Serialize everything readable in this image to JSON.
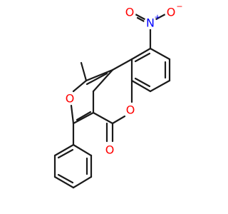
{
  "molecule": {
    "atoms": {
      "nitro_n": {
        "symbol": "N",
        "charge": "+",
        "color": "#0000ff"
      },
      "nitro_o_left": {
        "symbol": "O",
        "charge": "",
        "color": "#ff0000"
      },
      "nitro_o_right": {
        "symbol": "O",
        "charge": "−",
        "color": "#ff0000"
      },
      "furan_o": {
        "symbol": "O",
        "color": "#ff0000"
      },
      "lactone_o": {
        "symbol": "O",
        "color": "#ff0000"
      },
      "carbonyl_o": {
        "symbol": "O",
        "color": "#ff0000"
      }
    },
    "colors": {
      "bond": "#1a1a1a",
      "oxygen": "#ff0000",
      "nitrogen": "#0000ff"
    }
  }
}
